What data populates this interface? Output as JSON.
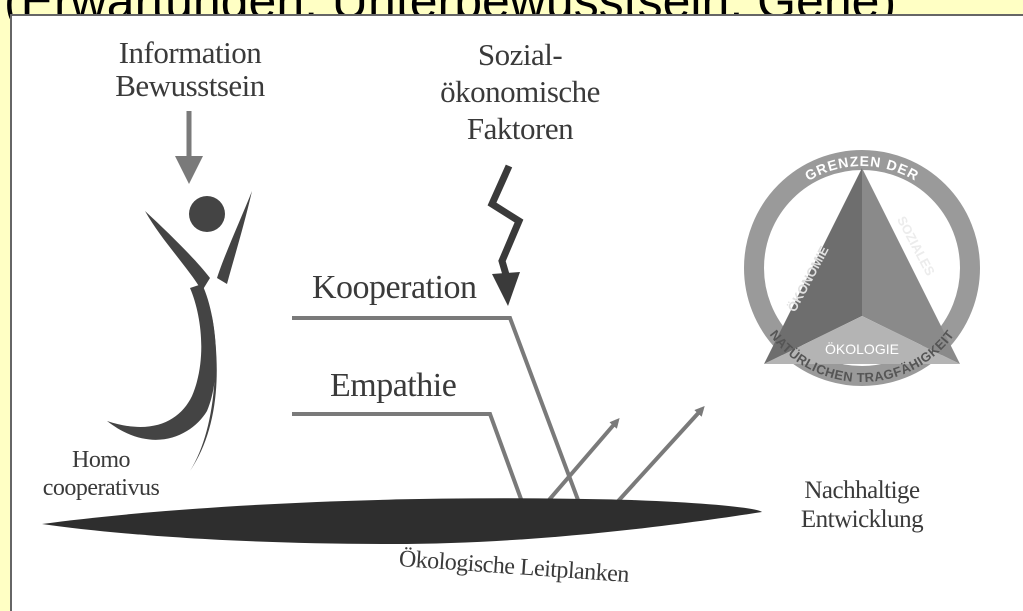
{
  "caption": "(Erwartungen, Unterbewusstsein, Gene)",
  "diagram": {
    "information_line1": "Information",
    "information_line2": "Bewusstsein",
    "sozial_line1": "Sozial-",
    "sozial_line2": "ökonomische",
    "sozial_line3": "Faktoren",
    "kooperation": "Kooperation",
    "empathie": "Empathie",
    "homo_line1": "Homo",
    "homo_line2": "cooperativus",
    "leitplanken": "Ökologische Leitplanken",
    "nachhaltig_line1": "Nachhaltige",
    "nachhaltig_line2": "Entwicklung",
    "ring_top": "GRENZEN DER",
    "ring_bottom": "NATÜRLICHEN TRAGFÄHIGKEIT",
    "seg_oekonomie": "ÖKONOMIE",
    "seg_soziales": "SOZIALES",
    "seg_oekologie": "ÖKOLOGIE"
  },
  "colors": {
    "background": "#ffffc4",
    "arrow": "#7a7a7a",
    "ring": "#9a9a9a",
    "tri_left": "#6e6e6e",
    "tri_right": "#8a8a8a",
    "tri_bottom": "#b4b4b4"
  }
}
